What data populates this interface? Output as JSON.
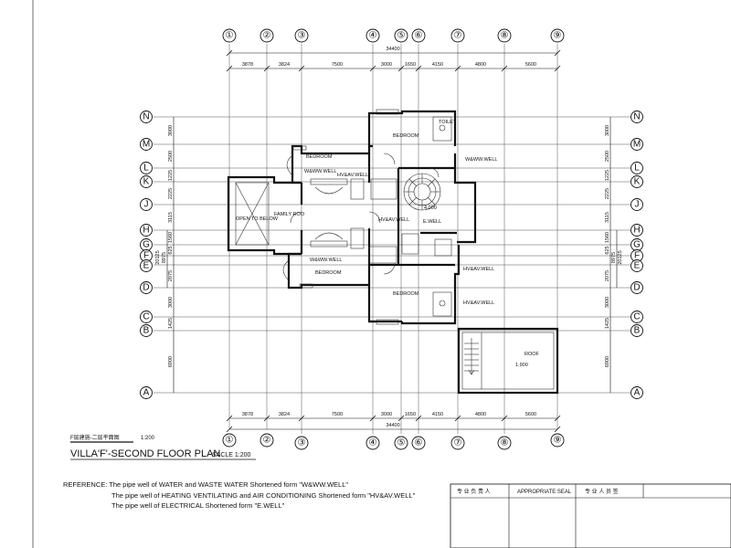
{
  "grid_columns": [
    "①",
    "②",
    "③",
    "④",
    "⑤",
    "⑥",
    "⑦",
    "⑧",
    "⑨"
  ],
  "grid_rows": [
    "N",
    "M",
    "L",
    "K",
    "J",
    "H",
    "G",
    "F",
    "E",
    "D",
    "C",
    "B",
    "A"
  ],
  "top_dims": [
    "3878",
    "3824",
    "7500",
    "3000",
    "1650",
    "4150",
    "4800",
    "5600"
  ],
  "total_width": "34400",
  "left_dims": [
    "3000",
    "2500",
    "1225",
    "2225",
    "3115",
    "1560",
    "625",
    "2075",
    "3000",
    "1425",
    "6900"
  ],
  "left_total": [
    "8975",
    "20125"
  ],
  "rooms": {
    "bedroom_n": "BEDROOM",
    "bedroom_nw": "BEDROOM",
    "bedroom_sw": "BEDROOM",
    "bedroom_s": "BEDROOM",
    "family": "FAMILY ROO",
    "open": "OPEN TO BELOW",
    "wwell_1": "W&WW.WELL",
    "wwell_2": "W&WW.WELL",
    "wwell_3": "W&WW.WELL",
    "hvac_1": "HV&AV.WELL",
    "hvac_2": "HV&AV.WELL",
    "hvac_3": "HV&AV.WELL",
    "hvac_4": "HV&AV.WELL",
    "ewell": "E.WELL",
    "toilet": "TOILET",
    "roof": "ROOF",
    "roof_level": "1.900",
    "mezz_level": "4.000"
  },
  "small_cn_label": "F层建施-二层平面图",
  "scale_small": "1:200",
  "plan_title": "VILLA'F'-SECOND FLOOR PLAN",
  "plan_scale": "SACLE 1:200",
  "reference": {
    "line1": "REFERENCE: The pipe well of WATER and WASTE WATER Shortened form \"W&WW.WELL\"",
    "line2": "The pipe well of HEATING VENTILATING and AIR CONDITIONING Shortened form \"HV&AV.WELL\"",
    "line3": "The pipe well of ELECTRICAL Shortened form \"E.WELL\""
  },
  "titleblock": {
    "cell1": "专 业 负 责 人",
    "cell2": "APPROPRIATE SEAL",
    "cell3": "专 业 人 员 签"
  }
}
